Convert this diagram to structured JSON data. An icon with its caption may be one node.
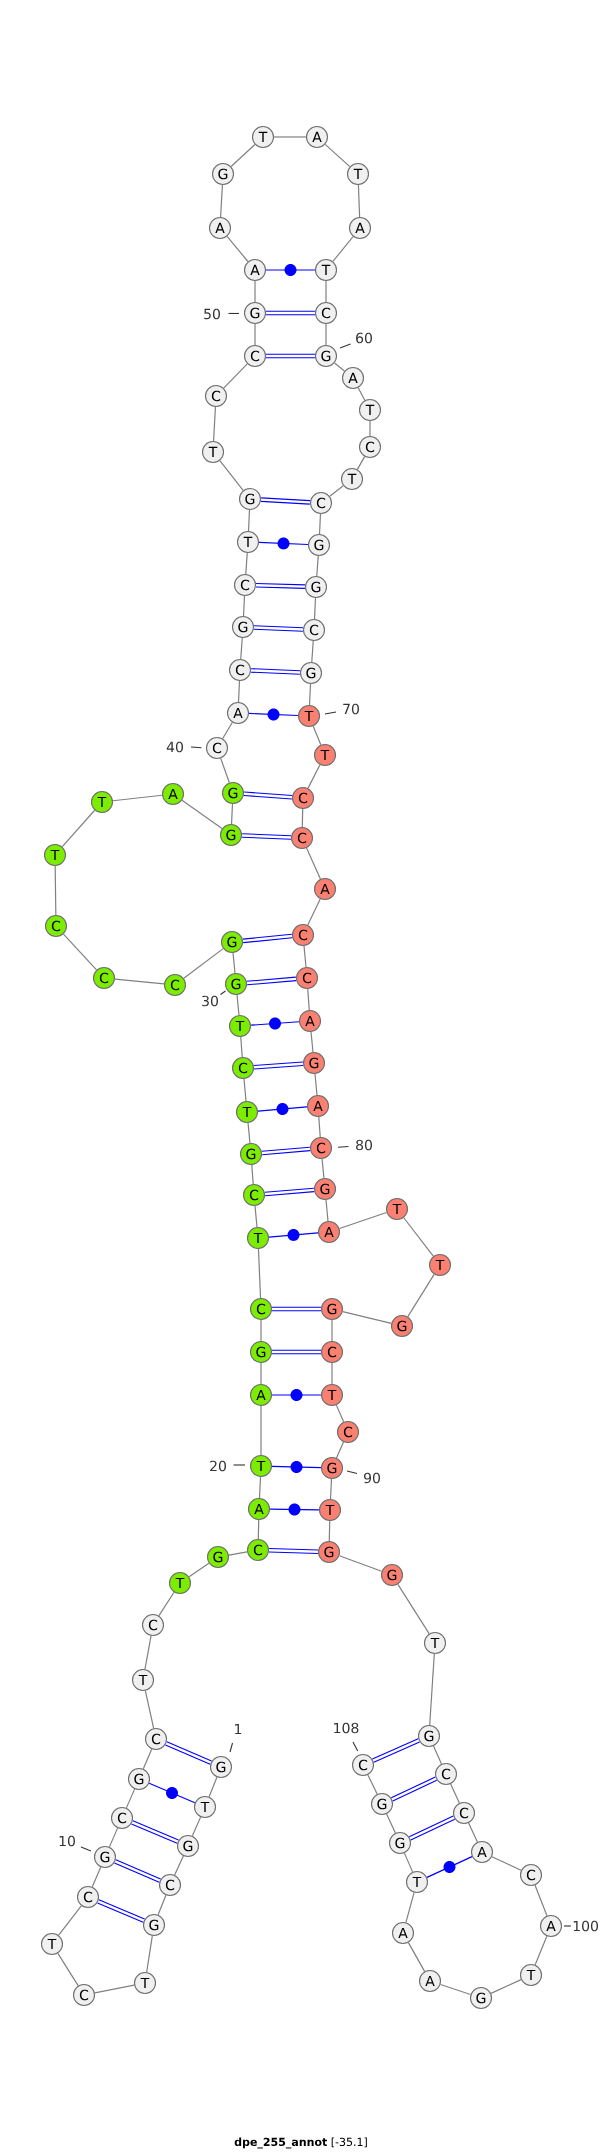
{
  "diagram": {
    "caption": "**dpe_255_annot** [-35.1]",
    "nodes": [
      {
        "text": [
          "G"
        ],
        "beside": [
          "1"
        ]
      },
      {
        "text": [
          "T"
        ]
      },
      {
        "text": [
          "G"
        ]
      },
      {
        "text": [
          "C"
        ]
      },
      {
        "text": [
          "G"
        ]
      },
      {
        "text": [
          "T"
        ]
      },
      {
        "text": [
          "C"
        ]
      },
      {
        "text": [
          "T"
        ]
      },
      {
        "text": [
          "C"
        ]
      },
      {
        "text": [
          "G"
        ],
        "beside": [
          "10"
        ]
      },
      {
        "text": [
          "C"
        ]
      },
      {
        "text": [
          "G"
        ]
      },
      {
        "text": [
          "C"
        ]
      },
      {
        "text": [
          "T"
        ]
      },
      {
        "text": [
          "C"
        ]
      },
      {
        "text": [
          "T"
        ]
      },
      {
        "text": [
          "G"
        ]
      },
      {
        "text": [
          "C"
        ]
      },
      {
        "text": [
          "A"
        ]
      },
      {
        "text": [
          "T"
        ],
        "beside": [
          "20"
        ]
      },
      {
        "text": [
          "A"
        ]
      },
      {
        "text": [
          "G"
        ]
      },
      {
        "text": [
          "C"
        ]
      },
      {
        "text": [
          "T"
        ]
      },
      {
        "text": [
          "C"
        ]
      },
      {
        "text": [
          "G"
        ]
      },
      {
        "text": [
          "T"
        ]
      },
      {
        "text": [
          "C"
        ]
      },
      {
        "text": [
          "T"
        ]
      },
      {
        "text": [
          "G"
        ],
        "beside": [
          "30"
        ]
      },
      {
        "text": [
          "G"
        ]
      },
      {
        "text": [
          "C"
        ]
      },
      {
        "text": [
          "C"
        ]
      },
      {
        "text": [
          "C"
        ]
      },
      {
        "text": [
          "T"
        ]
      },
      {
        "text": [
          "T"
        ]
      },
      {
        "text": [
          "A"
        ]
      },
      {
        "text": [
          "G"
        ]
      },
      {
        "text": [
          "G"
        ]
      },
      {
        "text": [
          "C"
        ],
        "beside": [
          "40"
        ]
      },
      {
        "text": [
          "A"
        ]
      },
      {
        "text": [
          "C"
        ]
      },
      {
        "text": [
          "G"
        ]
      },
      {
        "text": [
          "C"
        ]
      },
      {
        "text": [
          "T"
        ]
      },
      {
        "text": [
          "G"
        ]
      },
      {
        "text": [
          "T"
        ]
      },
      {
        "text": [
          "C"
        ]
      },
      {
        "text": [
          "C"
        ]
      },
      {
        "text": [
          "G"
        ],
        "beside": [
          "50"
        ]
      },
      {
        "text": [
          "A"
        ]
      },
      {
        "text": [
          "A"
        ]
      },
      {
        "text": [
          "G"
        ]
      },
      {
        "text": [
          "T"
        ]
      },
      {
        "text": [
          "A"
        ]
      },
      {
        "text": [
          "T"
        ]
      },
      {
        "text": [
          "A"
        ]
      },
      {
        "text": [
          "T"
        ]
      },
      {
        "text": [
          "C"
        ]
      },
      {
        "text": [
          "G"
        ],
        "beside": [
          "60"
        ]
      },
      {
        "text": [
          "A"
        ]
      },
      {
        "text": [
          "T"
        ]
      },
      {
        "text": [
          "C"
        ]
      },
      {
        "text": [
          "T"
        ]
      },
      {
        "text": [
          "C"
        ]
      },
      {
        "text": [
          "G"
        ]
      },
      {
        "text": [
          "G"
        ]
      },
      {
        "text": [
          "C"
        ]
      },
      {
        "text": [
          "G"
        ]
      },
      {
        "text": [
          "T"
        ],
        "beside": [
          "70"
        ]
      },
      {
        "text": [
          "T"
        ]
      },
      {
        "text": [
          "C"
        ]
      },
      {
        "text": [
          "C"
        ]
      },
      {
        "text": [
          "A"
        ]
      },
      {
        "text": [
          "C"
        ]
      },
      {
        "text": [
          "C"
        ]
      },
      {
        "text": [
          "A"
        ]
      },
      {
        "text": [
          "G"
        ]
      },
      {
        "text": [
          "A"
        ]
      },
      {
        "text": [
          "C"
        ],
        "beside": [
          "80"
        ]
      },
      {
        "text": [
          "G"
        ]
      },
      {
        "text": [
          "A"
        ]
      },
      {
        "text": [
          "T"
        ]
      },
      {
        "text": [
          "T"
        ]
      },
      {
        "text": [
          "G"
        ]
      },
      {
        "text": [
          "G"
        ]
      },
      {
        "text": [
          "C"
        ]
      },
      {
        "text": [
          "T"
        ]
      },
      {
        "text": [
          "C"
        ]
      },
      {
        "text": [
          "G"
        ],
        "beside": [
          "90"
        ]
      },
      {
        "text": [
          "T"
        ]
      },
      {
        "text": [
          "G"
        ]
      },
      {
        "text": [
          "G"
        ]
      },
      {
        "text": [
          "T"
        ]
      },
      {
        "text": [
          "G"
        ]
      },
      {
        "text": [
          "C"
        ]
      },
      {
        "text": [
          "C"
        ]
      },
      {
        "text": [
          "A"
        ]
      },
      {
        "text": [
          "C"
        ]
      },
      {
        "text": [
          "A"
        ],
        "beside": [
          "100"
        ]
      },
      {
        "text": [
          "T"
        ]
      },
      {
        "text": [
          "G"
        ]
      },
      {
        "text": [
          "A"
        ]
      },
      {
        "text": [
          "A"
        ]
      },
      {
        "text": [
          "T"
        ]
      },
      {
        "text": [
          "G"
        ]
      },
      {
        "text": [
          "G"
        ]
      },
      {
        "text": [
          "C"
        ],
        "beside": [
          "108"
        ]
      }
    ],
    "edges": [
      {
        "from": 0,
        "to": 1,
        "arrow": "none"
      },
      {
        "from": 1,
        "to": 2,
        "arrow": "none"
      },
      {
        "from": 2,
        "to": 3,
        "arrow": "none"
      },
      {
        "from": 3,
        "to": 4,
        "arrow": "none"
      },
      {
        "from": 4,
        "to": 5,
        "arrow": "none"
      },
      {
        "from": 5,
        "to": 6,
        "arrow": "none"
      },
      {
        "from": 6,
        "to": 7,
        "arrow": "none"
      },
      {
        "from": 7,
        "to": 8,
        "arrow": "none"
      },
      {
        "from": 8,
        "to": 9,
        "arrow": "none"
      },
      {
        "from": 9,
        "to": 10,
        "arrow": "none"
      },
      {
        "from": 10,
        "to": 11,
        "arrow": "none"
      },
      {
        "from": 11,
        "to": 12,
        "arrow": "none"
      },
      {
        "from": 12,
        "to": 13,
        "arrow": "none"
      },
      {
        "from": 13,
        "to": 14,
        "arrow": "none"
      },
      {
        "from": 14,
        "to": 15,
        "arrow": "none"
      },
      {
        "from": 15,
        "to": 16,
        "arrow": "none"
      },
      {
        "from": 16,
        "to": 17,
        "arrow": "none"
      },
      {
        "from": 17,
        "to": 18,
        "arrow": "none"
      },
      {
        "from": 18,
        "to": 19,
        "arrow": "none"
      },
      {
        "from": 19,
        "to": 20,
        "arrow": "none"
      },
      {
        "from": 20,
        "to": 21,
        "arrow": "none"
      },
      {
        "from": 21,
        "to": 22,
        "arrow": "none"
      },
      {
        "from": 22,
        "to": 23,
        "arrow": "none"
      },
      {
        "from": 23,
        "to": 24,
        "arrow": "none"
      },
      {
        "from": 24,
        "to": 25,
        "arrow": "none"
      },
      {
        "from": 25,
        "to": 26,
        "arrow": "none"
      },
      {
        "from": 26,
        "to": 27,
        "arrow": "none"
      },
      {
        "from": 27,
        "to": 28,
        "arrow": "none"
      },
      {
        "from": 28,
        "to": 29,
        "arrow": "none"
      },
      {
        "from": 29,
        "to": 30,
        "arrow": "none"
      },
      {
        "from": 30,
        "to": 31,
        "arrow": "none"
      },
      {
        "from": 31,
        "to": 32,
        "arrow": "none"
      },
      {
        "from": 32,
        "to": 33,
        "arrow": "none"
      },
      {
        "from": 33,
        "to": 34,
        "arrow": "none"
      },
      {
        "from": 34,
        "to": 35,
        "arrow": "none"
      },
      {
        "from": 35,
        "to": 36,
        "arrow": "none"
      },
      {
        "from": 36,
        "to": 37,
        "arrow": "none"
      },
      {
        "from": 37,
        "to": 38,
        "arrow": "none"
      },
      {
        "from": 38,
        "to": 39,
        "arrow": "none"
      },
      {
        "from": 39,
        "to": 40,
        "arrow": "none"
      },
      {
        "from": 40,
        "to": 41,
        "arrow": "none"
      },
      {
        "from": 41,
        "to": 42,
        "arrow": "none"
      },
      {
        "from": 42,
        "to": 43,
        "arrow": "none"
      },
      {
        "from": 43,
        "to": 44,
        "arrow": "none"
      },
      {
        "from": 44,
        "to": 45,
        "arrow": "none"
      },
      {
        "from": 45,
        "to": 46,
        "arrow": "none"
      },
      {
        "from": 46,
        "to": 47,
        "arrow": "none"
      },
      {
        "from": 47,
        "to": 48,
        "arrow": "none"
      },
      {
        "from": 48,
        "to": 49,
        "arrow": "none"
      },
      {
        "from": 49,
        "to": 50,
        "arrow": "none"
      },
      {
        "from": 50,
        "to": 51,
        "arrow": "none"
      },
      {
        "from": 51,
        "to": 52,
        "arrow": "none"
      },
      {
        "from": 52,
        "to": 53,
        "arrow": "none"
      },
      {
        "from": 53,
        "to": 54,
        "arrow": "none"
      },
      {
        "from": 54,
        "to": 55,
        "arrow": "none"
      },
      {
        "from": 55,
        "to": 56,
        "arrow": "none"
      },
      {
        "from": 56,
        "to": 57,
        "arrow": "none"
      },
      {
        "from": 57,
        "to": 58,
        "arrow": "none"
      },
      {
        "from": 58,
        "to": 59,
        "arrow": "none"
      },
      {
        "from": 59,
        "to": 60,
        "arrow": "none"
      },
      {
        "from": 60,
        "to": 61,
        "arrow": "none"
      },
      {
        "from": 61,
        "to": 62,
        "arrow": "none"
      },
      {
        "from": 62,
        "to": 63,
        "arrow": "none"
      },
      {
        "from": 63,
        "to": 64,
        "arrow": "none"
      },
      {
        "from": 64,
        "to": 65,
        "arrow": "none"
      },
      {
        "from": 65,
        "to": 66,
        "arrow": "none"
      },
      {
        "from": 66,
        "to": 67,
        "arrow": "none"
      },
      {
        "from": 67,
        "to": 68,
        "arrow": "none"
      },
      {
        "from": 68,
        "to": 69,
        "arrow": "none"
      },
      {
        "from": 69,
        "to": 70,
        "arrow": "none"
      },
      {
        "from": 70,
        "to": 71,
        "arrow": "none"
      },
      {
        "from": 71,
        "to": 72,
        "arrow": "none"
      },
      {
        "from": 72,
        "to": 73,
        "arrow": "none"
      },
      {
        "from": 73,
        "to": 74,
        "arrow": "none"
      },
      {
        "from": 74,
        "to": 75,
        "arrow": "none"
      },
      {
        "from": 75,
        "to": 76,
        "arrow": "none"
      },
      {
        "from": 76,
        "to": 77,
        "arrow": "none"
      },
      {
        "from": 77,
        "to": 78,
        "arrow": "none"
      },
      {
        "from": 78,
        "to": 79,
        "arrow": "none"
      },
      {
        "from": 79,
        "to": 80,
        "arrow": "none"
      },
      {
        "from": 80,
        "to": 81,
        "arrow": "none"
      },
      {
        "from": 81,
        "to": 82,
        "arrow": "none"
      },
      {
        "from": 82,
        "to": 83,
        "arrow": "none"
      },
      {
        "from": 83,
        "to": 84,
        "arrow": "none"
      },
      {
        "from": 84,
        "to": 85,
        "arrow": "none"
      },
      {
        "from": 85,
        "to": 86,
        "arrow": "none"
      },
      {
        "from": 86,
        "to": 87,
        "arrow": "none"
      },
      {
        "from": 87,
        "to": 88,
        "arrow": "none"
      },
      {
        "from": 88,
        "to": 89,
        "arrow": "none"
      },
      {
        "from": 89,
        "to": 90,
        "arrow": "none"
      },
      {
        "from": 90,
        "to": 91,
        "arrow": "none"
      },
      {
        "from": 91,
        "to": 92,
        "arrow": "none"
      },
      {
        "from": 92,
        "to": 93,
        "arrow": "none"
      },
      {
        "from": 93,
        "to": 94,
        "arrow": "none"
      },
      {
        "from": 94,
        "to": 95,
        "arrow": "none"
      },
      {
        "from": 95,
        "to": 96,
        "arrow": "none"
      },
      {
        "from": 96,
        "to": 97,
        "arrow": "none"
      },
      {
        "from": 97,
        "to": 98,
        "arrow": "none"
      },
      {
        "from": 98,
        "to": 99,
        "arrow": "none"
      },
      {
        "from": 99,
        "to": 100,
        "arrow": "none"
      },
      {
        "from": 100,
        "to": 101,
        "arrow": "none"
      },
      {
        "from": 101,
        "to": 102,
        "arrow": "none"
      },
      {
        "from": 102,
        "to": 103,
        "arrow": "none"
      },
      {
        "from": 103,
        "to": 104,
        "arrow": "none"
      },
      {
        "from": 104,
        "to": 105,
        "arrow": "none"
      },
      {
        "from": 105,
        "to": 106,
        "arrow": "none"
      },
      {
        "from": 106,
        "to": 107,
        "arrow": "none"
      },
      {
        "from": 0,
        "to": 12,
        "arrow": "none",
        "style": "thick",
        "color": "#0000ff"
      },
      {
        "from": 1,
        "to": 11,
        "arrow": "none",
        "color": "#0000ff"
      },
      {
        "from": 2,
        "to": 10,
        "arrow": "none",
        "style": "thick",
        "color": "#0000ff"
      },
      {
        "from": 3,
        "to": 9,
        "arrow": "none",
        "style": "thick",
        "color": "#0000ff"
      },
      {
        "from": 4,
        "to": 8,
        "arrow": "none",
        "style": "thick",
        "color": "#0000ff"
      },
      {
        "from": 17,
        "to": 91,
        "arrow": "none",
        "style": "thick",
        "color": "#0000ff"
      },
      {
        "from": 18,
        "to": 90,
        "arrow": "none",
        "color": "#0000ff"
      },
      {
        "from": 19,
        "to": 89,
        "arrow": "none",
        "color": "#0000ff"
      },
      {
        "from": 20,
        "to": 87,
        "arrow": "none",
        "color": "#0000ff"
      },
      {
        "from": 21,
        "to": 86,
        "arrow": "none",
        "style": "thick",
        "color": "#0000ff"
      },
      {
        "from": 22,
        "to": 85,
        "arrow": "none",
        "style": "thick",
        "color": "#0000ff"
      },
      {
        "from": 23,
        "to": 81,
        "arrow": "none",
        "color": "#0000ff"
      },
      {
        "from": 24,
        "to": 80,
        "arrow": "none",
        "style": "thick",
        "color": "#0000ff"
      },
      {
        "from": 25,
        "to": 79,
        "arrow": "none",
        "style": "thick",
        "color": "#0000ff"
      },
      {
        "from": 26,
        "to": 78,
        "arrow": "none",
        "color": "#0000ff"
      },
      {
        "from": 27,
        "to": 77,
        "arrow": "none",
        "style": "thick",
        "color": "#0000ff"
      },
      {
        "from": 28,
        "to": 76,
        "arrow": "none",
        "color": "#0000ff"
      },
      {
        "from": 29,
        "to": 75,
        "arrow": "none",
        "style": "thick",
        "color": "#0000ff"
      },
      {
        "from": 30,
        "to": 74,
        "arrow": "none",
        "style": "thick",
        "color": "#0000ff"
      },
      {
        "from": 37,
        "to": 72,
        "arrow": "none",
        "style": "thick",
        "color": "#0000ff"
      },
      {
        "from": 38,
        "to": 71,
        "arrow": "none",
        "style": "thick",
        "color": "#0000ff"
      },
      {
        "from": 40,
        "to": 69,
        "arrow": "none",
        "color": "#0000ff"
      },
      {
        "from": 41,
        "to": 68,
        "arrow": "none",
        "style": "thick",
        "color": "#0000ff"
      },
      {
        "from": 42,
        "to": 67,
        "arrow": "none",
        "style": "thick",
        "color": "#0000ff"
      },
      {
        "from": 43,
        "to": 66,
        "arrow": "none",
        "style": "thick",
        "color": "#0000ff"
      },
      {
        "from": 44,
        "to": 65,
        "arrow": "none",
        "color": "#0000ff"
      },
      {
        "from": 45,
        "to": 64,
        "arrow": "none",
        "style": "thick",
        "color": "#0000ff"
      },
      {
        "from": 48,
        "to": 59,
        "arrow": "none",
        "style": "thick",
        "color": "#0000ff"
      },
      {
        "from": 49,
        "to": 58,
        "arrow": "none",
        "style": "thick",
        "color": "#0000ff"
      },
      {
        "from": 50,
        "to": 57,
        "arrow": "none",
        "color": "#0000ff"
      },
      {
        "from": 94,
        "to": 107,
        "arrow": "none",
        "style": "thick",
        "color": "#0000ff"
      },
      {
        "from": 95,
        "to": 106,
        "arrow": "none",
        "style": "thick",
        "color": "#0000ff"
      },
      {
        "from": 96,
        "to": 105,
        "arrow": "none",
        "style": "thick",
        "color": "#0000ff"
      },
      {
        "from": 97,
        "to": 104,
        "arrow": "none",
        "color": "#0000ff"
      }
    ]
  }
}
